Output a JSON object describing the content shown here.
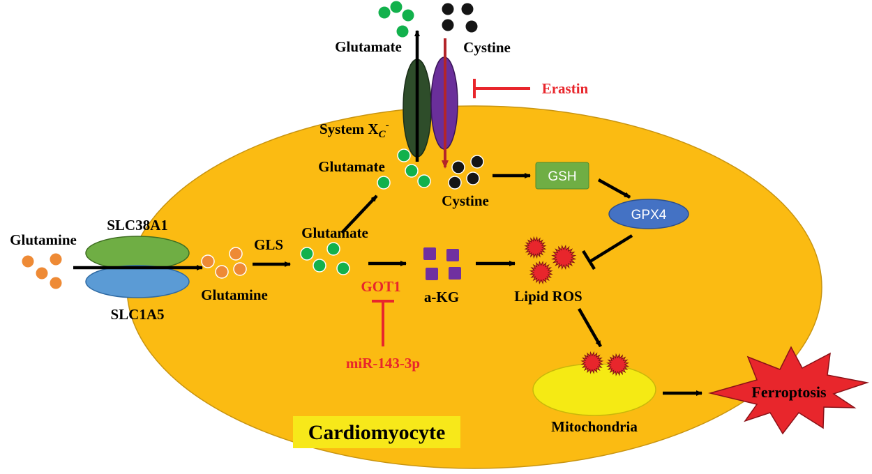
{
  "labels": {
    "glutamine_outside": "Glutamine",
    "slc38a1": "SLC38A1",
    "slc1a5": "SLC1A5",
    "glutamine_inside": "Glutamine",
    "gls": "GLS",
    "glutamate_mid": "Glutamate",
    "glutamate_upper": "Glutamate",
    "glutamate_outside": "Glutamate",
    "cystine_outside": "Cystine",
    "cystine_inside": "Cystine",
    "system_xc_main": "System X",
    "system_xc_sub": "C",
    "system_xc_sup": "-",
    "erastin": "Erastin",
    "gsh": "GSH",
    "gpx4": "GPX4",
    "got1": "GOT1",
    "akg": "a-KG",
    "lipid_ros": "Lipid ROS",
    "mir": "miR-143-3p",
    "mitochondria": "Mitochondria",
    "ferroptosis": "Ferroptosis",
    "cardiomyocyte": "Cardiomyocyte"
  },
  "colors": {
    "cell": "#fbbb12",
    "glutamine_dot": "#ee8a35",
    "glutamate_dot": "#12b14c",
    "cystine_dot": "#151515",
    "slc38a1": "#6fae44",
    "slc1a5": "#5b9bd5",
    "xc_left": "#2e4d2a",
    "xc_right": "#6a2f9a",
    "gsh": "#6fae44",
    "gpx4": "#4472c4",
    "akg": "#7030a0",
    "ros": "#e8262c",
    "mitochondria": "#f5ea14",
    "ferroptosis": "#e8262c",
    "inhibit": "#e8262c",
    "cystine_arrow": "#b3252a",
    "cardio_box": "#f7e81a"
  }
}
